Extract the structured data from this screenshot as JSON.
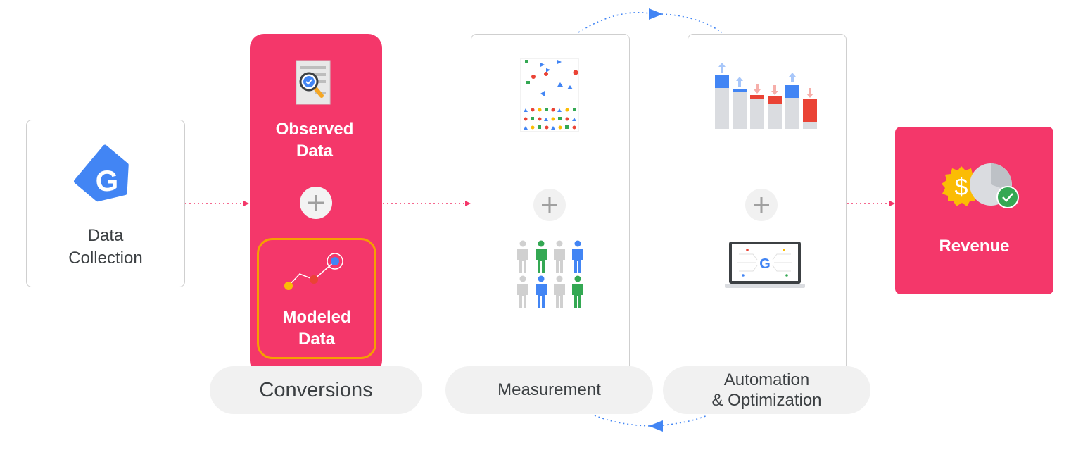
{
  "nodes": {
    "data_collection": "Data\nCollection",
    "observed_data": "Observed\nData",
    "modeled_data": "Modeled\nData",
    "revenue": "Revenue"
  },
  "stages": {
    "conversions": "Conversions",
    "measurement": "Measurement",
    "automation": "Automation\n& Optimization"
  },
  "colors": {
    "pink": "#f4376a",
    "orange_outline": "#f5a000",
    "google_blue": "#4285f4",
    "google_red": "#ea4335",
    "google_yellow": "#fbbc04",
    "google_green": "#34a853",
    "pill_gray": "#f1f1f1"
  },
  "icons": [
    "google-tag-icon",
    "document-search-icon",
    "modeled-line-icon",
    "scatter-shapes-icon",
    "people-grid-icon",
    "bar-adjust-icon",
    "laptop-google-icon",
    "revenue-coin-icon",
    "plus-icon"
  ]
}
